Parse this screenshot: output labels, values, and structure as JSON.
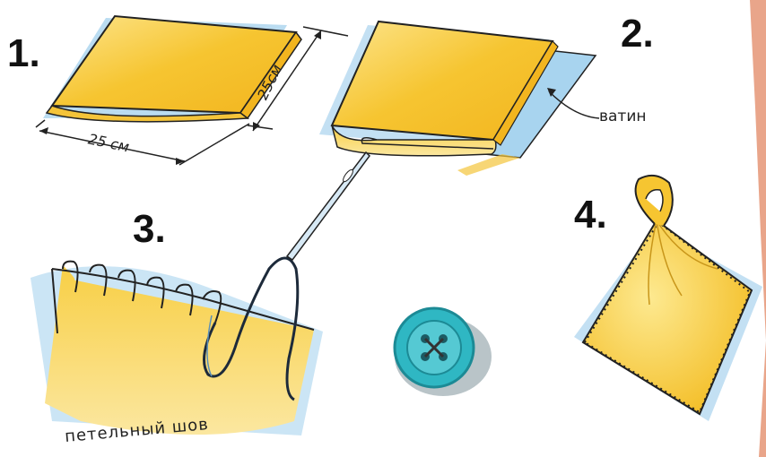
{
  "steps": [
    {
      "number": "1."
    },
    {
      "number": "2."
    },
    {
      "number": "3."
    },
    {
      "number": "4."
    }
  ],
  "labels": {
    "width": "25 см",
    "height": "25см",
    "batting": "ватин",
    "stitch": "петельный шов"
  },
  "colors": {
    "fabric_yellow": "#f6c531",
    "fabric_light": "#fbe48a",
    "batting_blue": "#a8d4ef",
    "button_teal": "#2fb7c3",
    "background_pink": "#e9a58a"
  },
  "icons": [
    "button-icon",
    "needle-icon"
  ]
}
